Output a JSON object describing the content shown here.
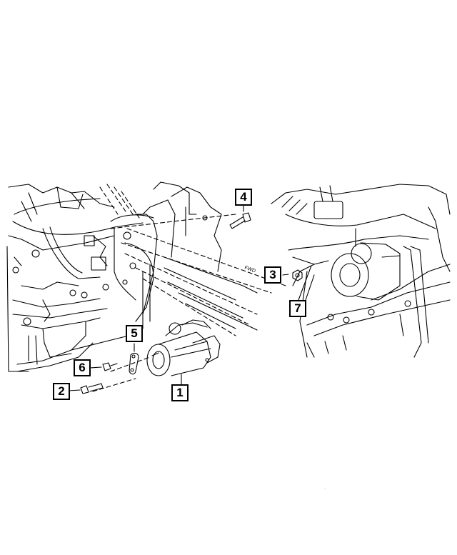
{
  "diagram": {
    "subject": "Starter motor mounting – exploded parts view",
    "background": "#ffffff",
    "line_color": "#000000",
    "views": [
      {
        "name": "left-view",
        "description": "Engine block and transmission bell housing with starter exploded out"
      },
      {
        "name": "right-view",
        "description": "Starter installed on engine, viewed from opposite side"
      }
    ],
    "callouts": [
      {
        "id": "1",
        "label": "1",
        "part": "starter-motor"
      },
      {
        "id": "2",
        "label": "2",
        "part": "long-bolt"
      },
      {
        "id": "3",
        "label": "3",
        "part": "nut"
      },
      {
        "id": "4",
        "label": "4",
        "part": "bolt"
      },
      {
        "id": "5",
        "label": "5",
        "part": "bracket"
      },
      {
        "id": "6",
        "label": "6",
        "part": "short-bolt"
      },
      {
        "id": "7",
        "label": "7",
        "part": "wire-harness"
      }
    ],
    "direction_marker": "FWD",
    "footer_mark": "·"
  }
}
